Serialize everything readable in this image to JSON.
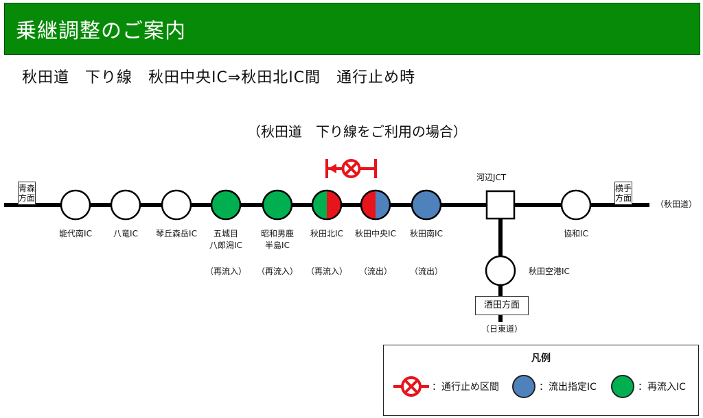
{
  "header": {
    "title": "乗継調整のご案内"
  },
  "subtitle": "秋田道　下り線　秋田中央IC⇒秋田北IC間　通行止め時",
  "caption": "（秋田道　下り線をご利用の場合）",
  "ends": {
    "left": "青森方面",
    "right": "横手方面",
    "right_road": "（秋田道）",
    "bottom": "酒田方面",
    "bottom_road": "（日東道）"
  },
  "junction": "河辺JCT",
  "stations": [
    {
      "name": "能代南IC",
      "status": "normal",
      "note": ""
    },
    {
      "name": "八竜IC",
      "status": "normal",
      "note": ""
    },
    {
      "name": "琴丘森岳IC",
      "status": "normal",
      "note": ""
    },
    {
      "name": "五城目\n八郎潟IC",
      "status": "reentry",
      "note": "（再流入）"
    },
    {
      "name": "昭和男鹿\n半島IC",
      "status": "reentry",
      "note": "（再流入）"
    },
    {
      "name": "秋田北IC",
      "status": "reentry_closed",
      "note": "（再流入）"
    },
    {
      "name": "秋田中央IC",
      "status": "closed_exit",
      "note": "（流出）"
    },
    {
      "name": "秋田南IC",
      "status": "exit",
      "note": "（流出）"
    },
    {
      "name": "協和IC",
      "status": "normal",
      "note": ""
    }
  ],
  "branch_station": {
    "name": "秋田空港IC",
    "status": "normal"
  },
  "legend": {
    "title": "凡例",
    "closure": "：通行止め区間",
    "exit": "：流出指定IC",
    "reentry": "：再流入IC"
  },
  "colors": {
    "header_bg": "#078a07",
    "closure": "#e8141b",
    "exit": "#4f81bd",
    "reentry": "#00b050"
  }
}
